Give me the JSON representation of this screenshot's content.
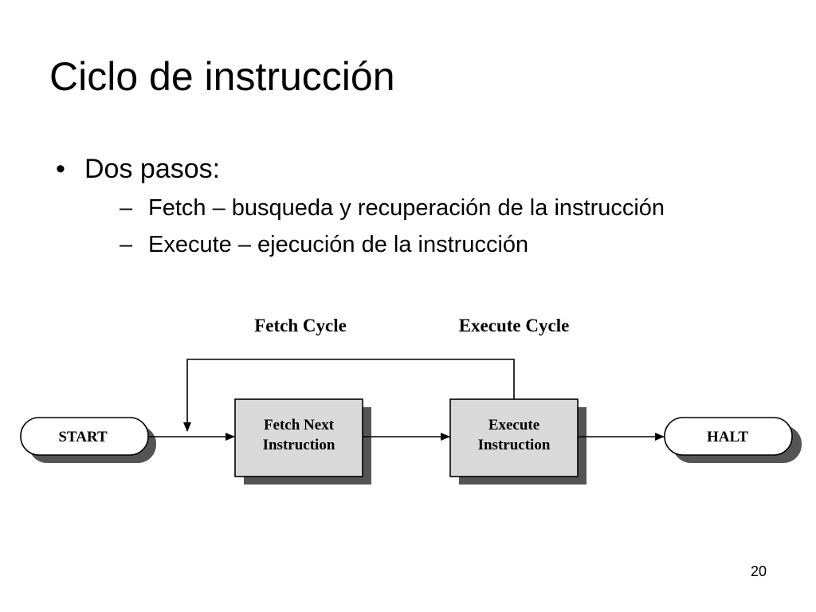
{
  "slide": {
    "title": "Ciclo de instrucción",
    "bullet": "Dos pasos:",
    "bullet_mark": "•",
    "sub_dash": "–",
    "sub_items": [
      "Fetch – busqueda y recuperación de la instrucción",
      "Execute – ejecución de la instrucción"
    ],
    "page_number": "20"
  },
  "diagram": {
    "cycle_labels": {
      "fetch": "Fetch Cycle",
      "execute": "Execute Cycle"
    },
    "nodes": {
      "start": "START",
      "fetch_line1": "Fetch Next",
      "fetch_line2": "Instruction",
      "execute_line1": "Execute",
      "execute_line2": "Instruction",
      "halt": "HALT"
    },
    "colors": {
      "box_fill": "#d9d9d9",
      "shadow": "#555555",
      "line": "#000000"
    }
  }
}
